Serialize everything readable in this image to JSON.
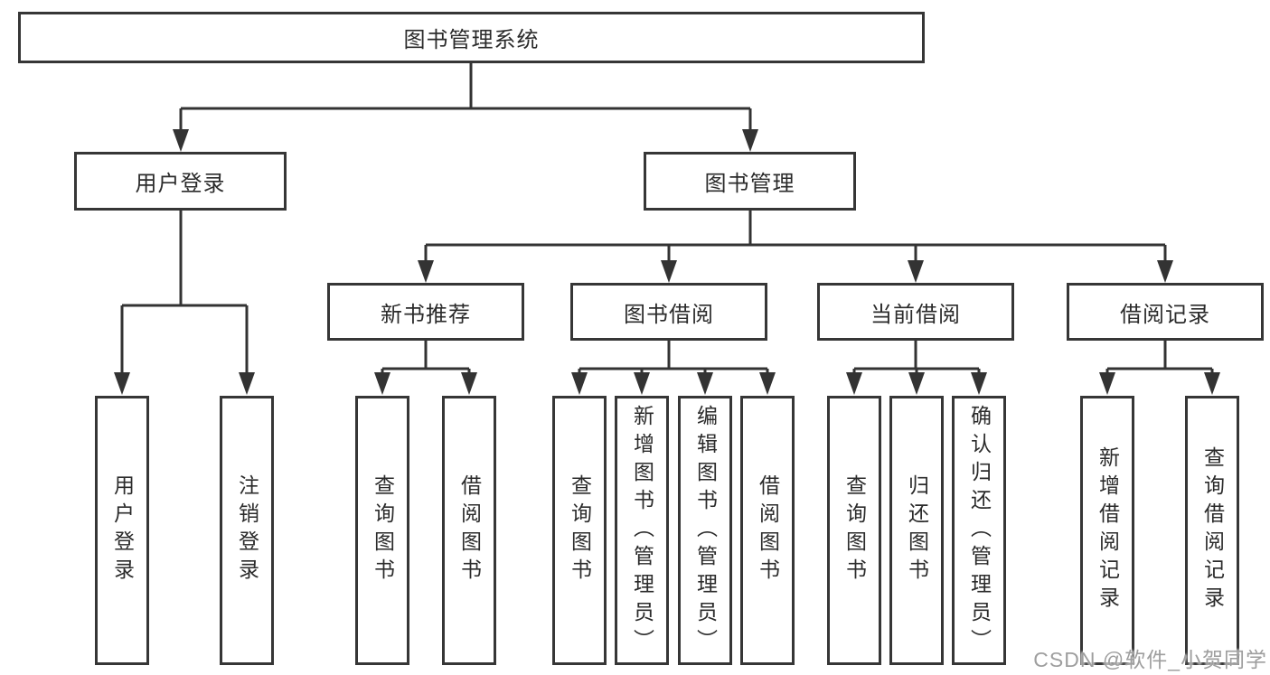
{
  "diagram": {
    "type": "hierarchy-tree",
    "title": "图书管理系统"
  },
  "nodes": {
    "root": {
      "label": "图书管理系统"
    },
    "user_login": {
      "label": "用户登录"
    },
    "book_mgmt": {
      "label": "图书管理"
    },
    "new_book_rec": {
      "label": "新书推荐"
    },
    "book_borrow": {
      "label": "图书借阅"
    },
    "current_borrow": {
      "label": "当前借阅"
    },
    "borrow_record": {
      "label": "借阅记录"
    },
    "leaf_user_login": {
      "label": "用户登录"
    },
    "leaf_logout": {
      "label": "注销登录"
    },
    "leaf_rec_query": {
      "label": "查询图书"
    },
    "leaf_rec_borrow": {
      "label": "借阅图书"
    },
    "leaf_bb_query": {
      "label": "查询图书"
    },
    "leaf_bb_add": {
      "label": "新增图书（管理员）"
    },
    "leaf_bb_edit": {
      "label": "编辑图书（管理员）"
    },
    "leaf_bb_borrow": {
      "label": "借阅图书"
    },
    "leaf_cb_query": {
      "label": "查询图书"
    },
    "leaf_cb_return": {
      "label": "归还图书"
    },
    "leaf_cb_confirm": {
      "label": "确认归还（管理员）"
    },
    "leaf_br_add": {
      "label": "新增借阅记录"
    },
    "leaf_br_query": {
      "label": "查询借阅记录"
    }
  },
  "edges": [
    [
      "root",
      "user_login"
    ],
    [
      "root",
      "book_mgmt"
    ],
    [
      "user_login",
      "leaf_user_login"
    ],
    [
      "user_login",
      "leaf_logout"
    ],
    [
      "book_mgmt",
      "new_book_rec"
    ],
    [
      "book_mgmt",
      "book_borrow"
    ],
    [
      "book_mgmt",
      "current_borrow"
    ],
    [
      "book_mgmt",
      "borrow_record"
    ],
    [
      "new_book_rec",
      "leaf_rec_query"
    ],
    [
      "new_book_rec",
      "leaf_rec_borrow"
    ],
    [
      "book_borrow",
      "leaf_bb_query"
    ],
    [
      "book_borrow",
      "leaf_bb_add"
    ],
    [
      "book_borrow",
      "leaf_bb_edit"
    ],
    [
      "book_borrow",
      "leaf_bb_borrow"
    ],
    [
      "current_borrow",
      "leaf_cb_query"
    ],
    [
      "current_borrow",
      "leaf_cb_return"
    ],
    [
      "current_borrow",
      "leaf_cb_confirm"
    ],
    [
      "borrow_record",
      "leaf_br_add"
    ],
    [
      "borrow_record",
      "leaf_br_query"
    ]
  ],
  "watermark": {
    "text": "CSDN @软件_小贺同学"
  },
  "colors": {
    "background": "#ffffff",
    "box_fill": "#ffffff",
    "box_border": "#363636",
    "line": "#333333",
    "text": "#2b2b2b",
    "watermark": "#9e9e9e"
  }
}
